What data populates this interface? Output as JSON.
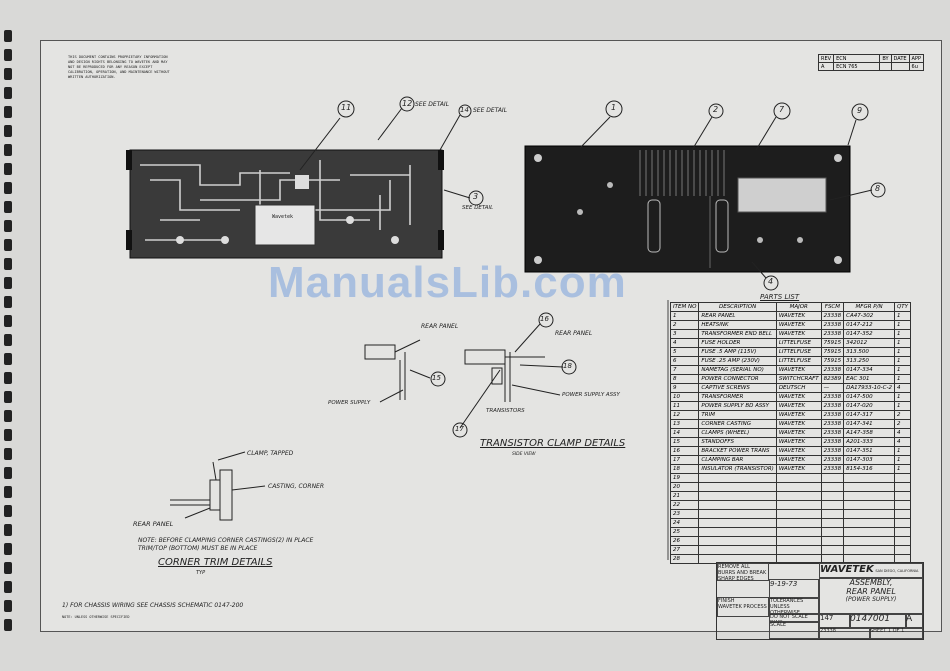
{
  "notice": "THIS DOCUMENT CONTAINS PROPRIETARY INFORMATION AND DESIGN RIGHTS BELONGING TO WAVETEK AND MAY NOT BE REPRODUCED FOR ANY REASON EXCEPT CALIBRATION, OPERATION, AND MAINTENANCE WITHOUT WRITTEN AUTHORIZATION.",
  "watermark": "ManualsLib.com",
  "revision": {
    "headers": [
      "REV",
      "ECN",
      "BY",
      "DATE",
      "APP"
    ],
    "row": [
      "A",
      "ECN 765",
      "",
      "",
      "6u"
    ]
  },
  "callouts": [
    "11",
    "12",
    "14",
    "3",
    "1",
    "2",
    "7",
    "9",
    "8",
    "4",
    "16",
    "18",
    "15",
    "17"
  ],
  "detail_labels": {
    "see_detail_12": "SEE DETAIL",
    "see_detail_14": "SEE DETAIL",
    "see_detail_3": "SEE DETAIL",
    "rear_panel_a": "REAR PANEL",
    "rear_panel_b": "REAR PANEL",
    "power_supply": "POWER SUPPLY",
    "power_supply_assy": "POWER SUPPLY ASSY",
    "transistors": "TRANSISTORS",
    "clamp_tapped": "CLAMP, TAPPED",
    "casting_corner": "CASTING, CORNER",
    "rear_panel_c": "REAR PANEL"
  },
  "sticker_text": "Wavetek",
  "transistor_title": "TRANSISTOR CLAMP DETAILS",
  "transistor_sub": "SIDE VIEW",
  "note": "NOTE: BEFORE CLAMPING CORNER CASTINGS(2) IN PLACE\nTRIM/TOP (BOTTOM) MUST BE IN PLACE",
  "corner_title": "CORNER TRIM DETAILS",
  "corner_sub": "TYP",
  "bottom_note": "1) FOR CHASSIS WIRING SEE CHASSIS SCHEMATIC 0147-200",
  "bottom_note_small": "NOTE: UNLESS OTHERWISE SPECIFIED",
  "parts_list": {
    "title": "PARTS LIST",
    "headers": [
      "ITEM NO",
      "DESCRIPTION",
      "MAJOR",
      "FSCM",
      "MFGR P/N",
      "QTY"
    ],
    "rows": [
      [
        "1",
        "REAR PANEL",
        "WAVETEK",
        "23338",
        "CA47-302",
        "1"
      ],
      [
        "2",
        "HEATSINK",
        "WAVETEK",
        "23338",
        "0147-212",
        "1"
      ],
      [
        "3",
        "TRANSFORMER END BELL",
        "WAVETEK",
        "23338",
        "0147-352",
        "1"
      ],
      [
        "4",
        "FUSE HOLDER",
        "LITTELFUSE",
        "75915",
        "342012",
        "1"
      ],
      [
        "5",
        "FUSE .5 AMP (115V)",
        "LITTELFUSE",
        "75915",
        "313.500",
        "1"
      ],
      [
        "6",
        "FUSE .25 AMP (230V)",
        "LITTELFUSE",
        "75915",
        "313.250",
        "1"
      ],
      [
        "7",
        "NAMETAG (SERIAL NO)",
        "WAVETEK",
        "23338",
        "0147-334",
        "1"
      ],
      [
        "8",
        "POWER CONNECTOR",
        "SWITCHCRAFT",
        "82389",
        "EAC 301",
        "1"
      ],
      [
        "9",
        "CAPTIVE SCREWS",
        "DEUTSCH",
        "—",
        "DA17933-10-C-2",
        "4"
      ],
      [
        "10",
        "TRANSFORMER",
        "WAVETEK",
        "23338",
        "0147-500",
        "1"
      ],
      [
        "11",
        "POWER SUPPLY BD ASSY",
        "WAVETEK",
        "23338",
        "0147-020",
        "1"
      ],
      [
        "12",
        "TRIM",
        "WAVETEK",
        "23338",
        "0147-317",
        "2"
      ],
      [
        "13",
        "CORNER CASTING",
        "WAVETEK",
        "23338",
        "0147-341",
        "2"
      ],
      [
        "14",
        "CLAMPS (WHEEL)",
        "WAVETEK",
        "23338",
        "A147-358",
        "4"
      ],
      [
        "15",
        "STANDOFFS",
        "WAVETEK",
        "23338",
        "A201-333",
        "4"
      ],
      [
        "16",
        "BRACKET POWER TRANS",
        "WAVETEK",
        "23338",
        "0147-351",
        "1"
      ],
      [
        "17",
        "CLAMPING BAR",
        "WAVETEK",
        "23338",
        "0147-303",
        "1"
      ],
      [
        "18",
        "INSULATOR (TRANSISTOR)",
        "WAVETEK",
        "23338",
        "8154-316",
        "1"
      ],
      [
        "19",
        "",
        "",
        "",
        "",
        ""
      ],
      [
        "20",
        "",
        "",
        "",
        "",
        ""
      ],
      [
        "21",
        "",
        "",
        "",
        "",
        ""
      ],
      [
        "22",
        "",
        "",
        "",
        "",
        ""
      ],
      [
        "23",
        "",
        "",
        "",
        "",
        ""
      ],
      [
        "24",
        "",
        "",
        "",
        "",
        ""
      ],
      [
        "25",
        "",
        "",
        "",
        "",
        ""
      ],
      [
        "26",
        "",
        "",
        "",
        "",
        ""
      ],
      [
        "27",
        "",
        "",
        "",
        "",
        ""
      ],
      [
        "28",
        "",
        "",
        "",
        "",
        ""
      ]
    ]
  },
  "title_block": {
    "company": "WAVETEK",
    "company_sub": "SAN DIEGO, CALIFORNIA",
    "title_line1": "ASSEMBLY,",
    "title_line2": "REAR PANEL",
    "title_line3": "(POWER SUPPLY)",
    "finish": "FINISH",
    "finish_val": "WAVETEK PROCESS",
    "scale": "SCALE",
    "size": "147",
    "dwg_no": "0147001",
    "rev": "A",
    "fscm": "23338",
    "sheet": "SHEET 1 OF 1",
    "do_not_scale": "DO NOT SCALE DWG.",
    "drawn": "9-19-73",
    "tolerance": "TOLERANCES UNLESS OTHERWISE SPECIFIED",
    "remove_burrs": "REMOVE ALL BURRS AND BREAK SHARP EDGES"
  }
}
